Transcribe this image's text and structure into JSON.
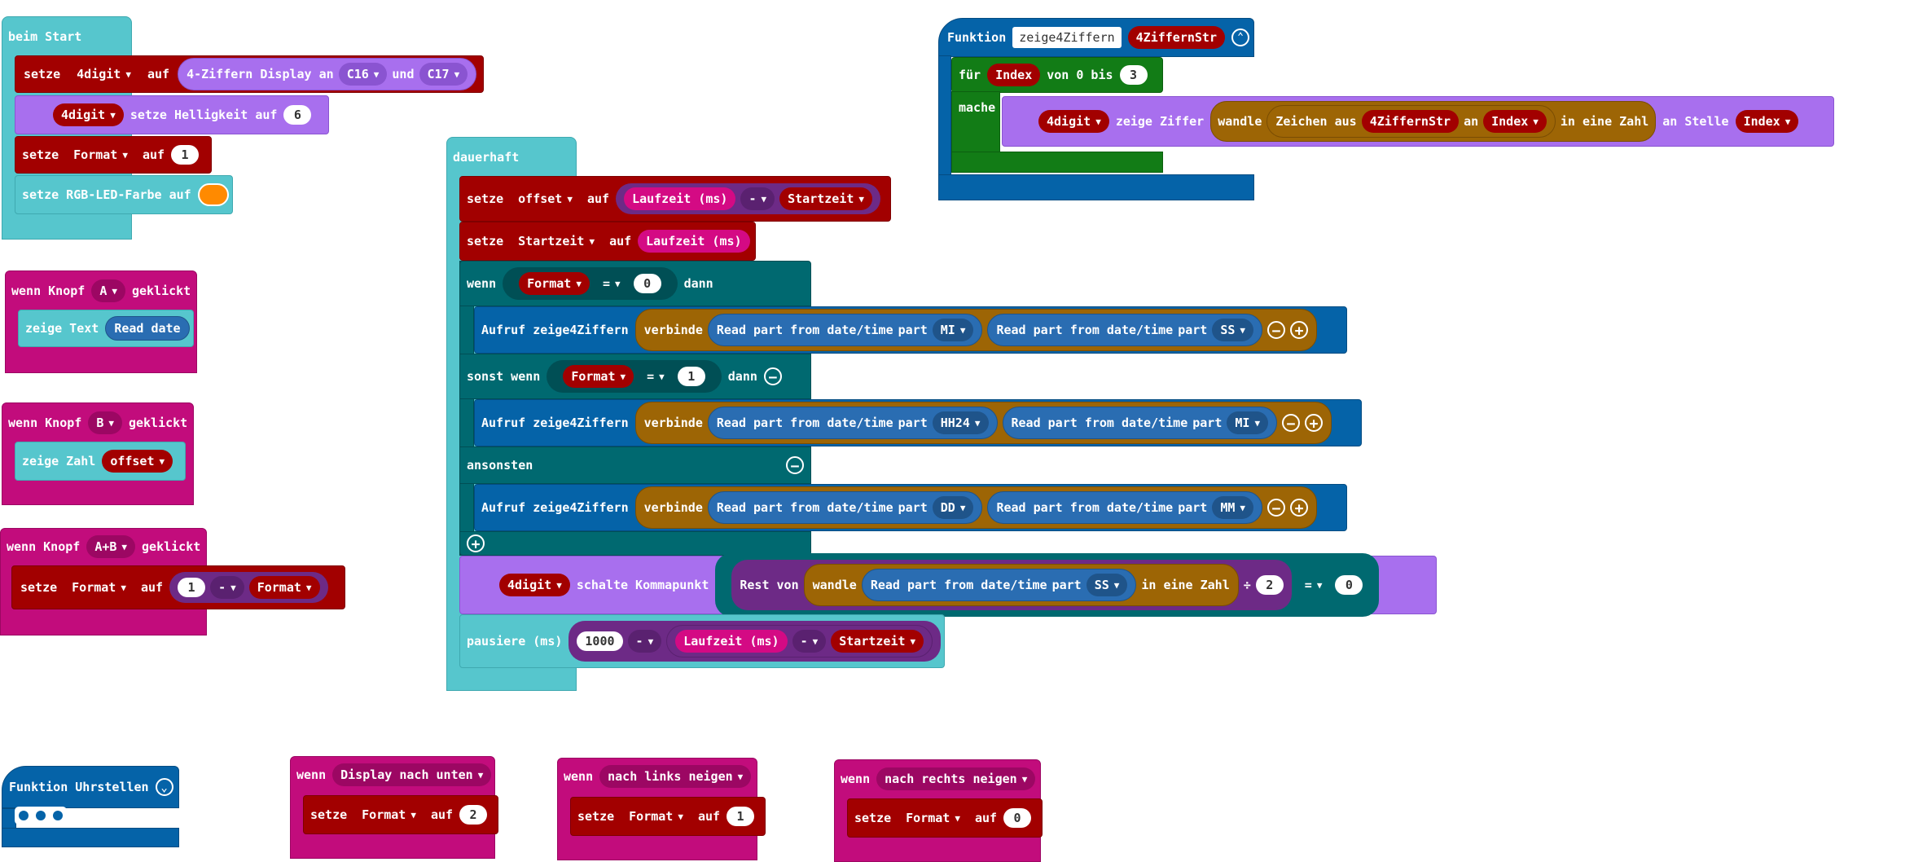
{
  "start": {
    "header": "beim Start",
    "row1": {
      "setze": "setze",
      "var": "4digit",
      "auf": "auf",
      "display_label": "4-Ziffern Display an",
      "pin1": "C16",
      "und": "und",
      "pin2": "C17"
    },
    "row2": {
      "var": "4digit",
      "label": "setze Helligkeit auf",
      "value": "6"
    },
    "row3": {
      "setze": "setze",
      "var": "Format",
      "auf": "auf",
      "value": "1"
    },
    "row4": {
      "label": "setze RGB-LED-Farbe auf",
      "color": "#ff8a00"
    }
  },
  "btnA": {
    "wenn": "wenn Knopf",
    "button": "A",
    "geklickt": "geklickt",
    "zeige": "zeige Text",
    "value": "Read date"
  },
  "btnB": {
    "wenn": "wenn Knopf",
    "button": "B",
    "geklickt": "geklickt",
    "zeige": "zeige Zahl",
    "var": "offset"
  },
  "btnAB": {
    "wenn": "wenn Knopf",
    "button": "A+B",
    "geklickt": "geklickt",
    "setze": "setze",
    "var": "Format",
    "auf": "auf",
    "num": "1",
    "op": "-",
    "var2": "Format"
  },
  "uhrstellen": {
    "label": "Funktion Uhrstellen"
  },
  "tilt_down": {
    "wenn": "wenn",
    "event": "Display nach unten",
    "setze": "setze",
    "var": "Format",
    "auf": "auf",
    "value": "2"
  },
  "tilt_left": {
    "wenn": "wenn",
    "event": "nach links neigen",
    "setze": "setze",
    "var": "Format",
    "auf": "auf",
    "value": "1"
  },
  "tilt_right": {
    "wenn": "wenn",
    "event": "nach rechts neigen",
    "setze": "setze",
    "var": "Format",
    "auf": "auf",
    "value": "0"
  },
  "func": {
    "label": "Funktion",
    "name": "zeige4Ziffern",
    "param": "4ZiffernStr",
    "loop": {
      "fuer": "für",
      "var": "Index",
      "von": "von 0 bis",
      "to": "3",
      "mache": "mache"
    },
    "body": {
      "var": "4digit",
      "label": "zeige Ziffer",
      "wandle": "wandle",
      "zeichen": "Zeichen aus",
      "param": "4ZiffernStr",
      "an": "an",
      "idx": "Index",
      "in_zahl": "in eine Zahl",
      "an_stelle": "an Stelle",
      "idx2": "Index"
    }
  },
  "forever": {
    "header": "dauerhaft",
    "s1": {
      "setze": "setze",
      "var": "offset",
      "auf": "auf",
      "laufzeit": "Laufzeit (ms)",
      "op": "-",
      "var2": "Startzeit"
    },
    "s2": {
      "setze": "setze",
      "var": "Startzeit",
      "auf": "auf",
      "laufzeit": "Laufzeit (ms)"
    },
    "if": {
      "wenn": "wenn",
      "var": "Format",
      "op": "=",
      "value": "0",
      "dann": "dann"
    },
    "call1": {
      "aufruf": "Aufruf zeige4Ziffern",
      "verbinde": "verbinde",
      "read": "Read part from date/time",
      "part": "part",
      "p1": "MI",
      "p2": "SS"
    },
    "elseif": {
      "label": "sonst wenn",
      "var": "Format",
      "op": "=",
      "value": "1",
      "dann": "dann"
    },
    "call2": {
      "aufruf": "Aufruf zeige4Ziffern",
      "verbinde": "verbinde",
      "read": "Read part from date/time",
      "part": "part",
      "p1": "HH24",
      "p2": "MI"
    },
    "else": {
      "label": "ansonsten"
    },
    "call3": {
      "aufruf": "Aufruf zeige4Ziffern",
      "verbinde": "verbinde",
      "read": "Read part from date/time",
      "part": "part",
      "p1": "DD",
      "p2": "MM"
    },
    "komma": {
      "var": "4digit",
      "label": "schalte Kommapunkt",
      "rest": "Rest von",
      "wandle": "wandle",
      "read": "Read part from date/time",
      "part": "part",
      "p": "SS",
      "in_zahl": "in eine Zahl",
      "div": "÷",
      "divisor": "2",
      "op": "=",
      "value": "0"
    },
    "pause": {
      "label": "pausiere (ms)",
      "num": "1000",
      "op": "-",
      "laufzeit": "Laufzeit (ms)",
      "op2": "-",
      "var": "Startzeit"
    }
  }
}
